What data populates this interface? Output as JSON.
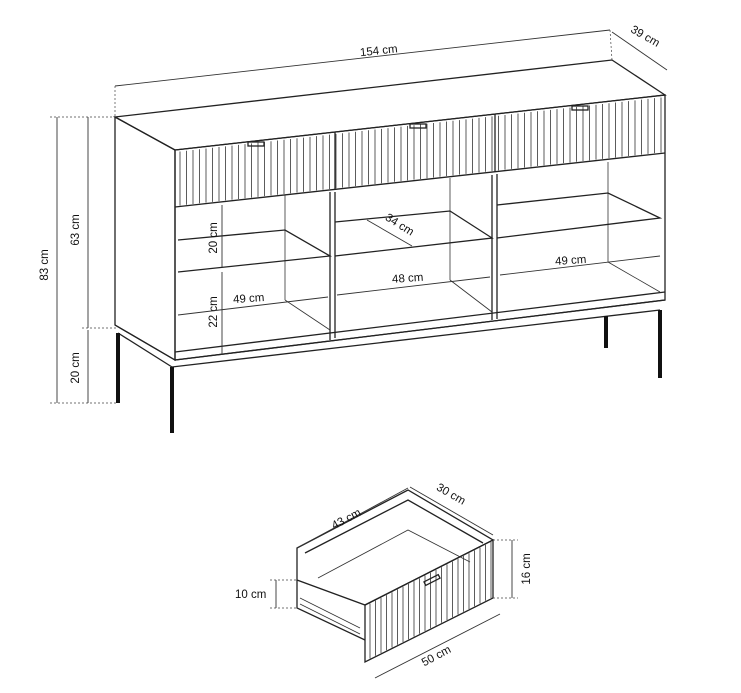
{
  "sideboard": {
    "width": "154 cm",
    "depth": "39 cm",
    "total_height": "83 cm",
    "body_height": "63 cm",
    "leg_height": "20 cm",
    "upper_shelf_height": "20 cm",
    "lower_shelf_height": "22 cm",
    "left_compartment_width": "49 cm",
    "middle_compartment_width": "48 cm",
    "right_compartment_width": "49 cm",
    "shelf_depth": "34 cm"
  },
  "drawer": {
    "inner_width": "43 cm",
    "inner_depth": "30 cm",
    "front_height": "16 cm",
    "inner_height": "10 cm",
    "front_width": "50 cm"
  }
}
